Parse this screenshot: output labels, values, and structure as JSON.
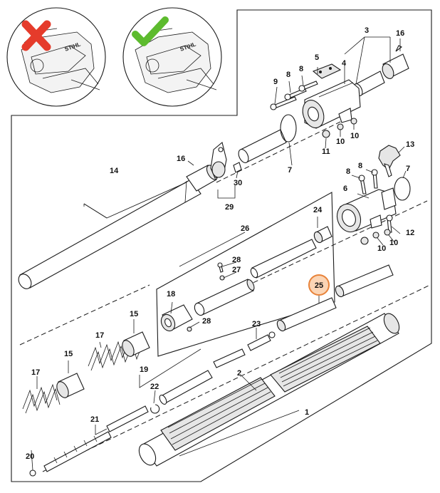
{
  "brand_text": "STIHL",
  "highlight_color": "#e8833a",
  "highlight_fill": "#fbd5b5",
  "wrong_color": "#e53b2b",
  "right_color": "#5dbb2e",
  "inset_wrong_icon": "red-x-icon",
  "inset_right_icon": "green-check-icon",
  "highlighted_part": "25",
  "labels": {
    "p1": "1",
    "p2": "2",
    "p3": "3",
    "p4": "4",
    "p5": "5",
    "p6": "6",
    "p7a": "7",
    "p7b": "7",
    "p8a": "8",
    "p8b": "8",
    "p8c": "8",
    "p8d": "8",
    "p9": "9",
    "p10a": "10",
    "p10b": "10",
    "p10c": "10",
    "p10d": "10",
    "p11": "11",
    "p12": "12",
    "p13": "13",
    "p14": "14",
    "p15a": "15",
    "p15b": "15",
    "p16a": "16",
    "p16b": "16",
    "p17a": "17",
    "p17b": "17",
    "p18": "18",
    "p19": "19",
    "p20": "20",
    "p21": "21",
    "p22": "22",
    "p23": "23",
    "p24": "24",
    "p25": "25",
    "p26": "26",
    "p27": "27",
    "p28a": "28",
    "p28b": "28",
    "p29": "29",
    "p30": "30"
  }
}
